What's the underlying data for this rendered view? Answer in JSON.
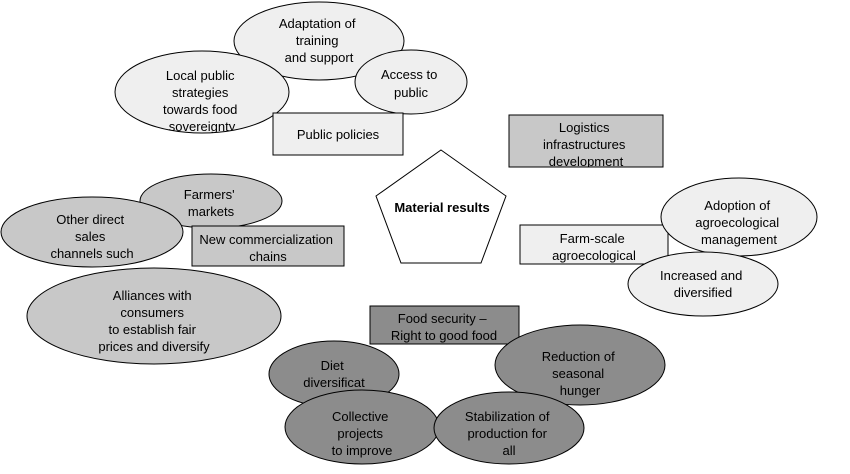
{
  "colors": {
    "light": "#efefef",
    "mid": "#c8c8c8",
    "dark": "#8c8c8c",
    "stroke": "#000000",
    "center": "#ffffff"
  },
  "center": {
    "label": "Material results"
  },
  "boxes": {
    "public_policies": [
      "Public policies"
    ],
    "logistics": [
      "Logistics",
      "infrastructures",
      "development"
    ],
    "commercialization": [
      "New commercialization",
      "chains"
    ],
    "farm_scale": [
      "Farm-scale",
      "agroecological"
    ],
    "food_security": [
      "Food security –",
      "Right to good food"
    ]
  },
  "ellipses": {
    "adaptation": [
      "Adaptation of",
      "training",
      "and support"
    ],
    "local_strategies": [
      "Local public",
      "strategies",
      "towards food",
      "sovereignty"
    ],
    "access": [
      "Access to",
      "public"
    ],
    "farmers_markets": [
      "Farmers'",
      "markets"
    ],
    "other_direct": [
      "Other direct",
      "sales",
      "channels such"
    ],
    "alliances": [
      "Alliances with",
      "consumers",
      "to establish fair",
      "prices and diversify"
    ],
    "adoption": [
      "Adoption of",
      "agroecological",
      "management"
    ],
    "increased": [
      "Increased and",
      "diversified"
    ],
    "diet": [
      "Diet",
      "diversificat"
    ],
    "reduction": [
      "Reduction of",
      "seasonal",
      "hunger"
    ],
    "collective": [
      "Collective",
      "projects",
      "to improve"
    ],
    "stabilization": [
      "Stabilization of",
      "production for",
      "all"
    ]
  }
}
